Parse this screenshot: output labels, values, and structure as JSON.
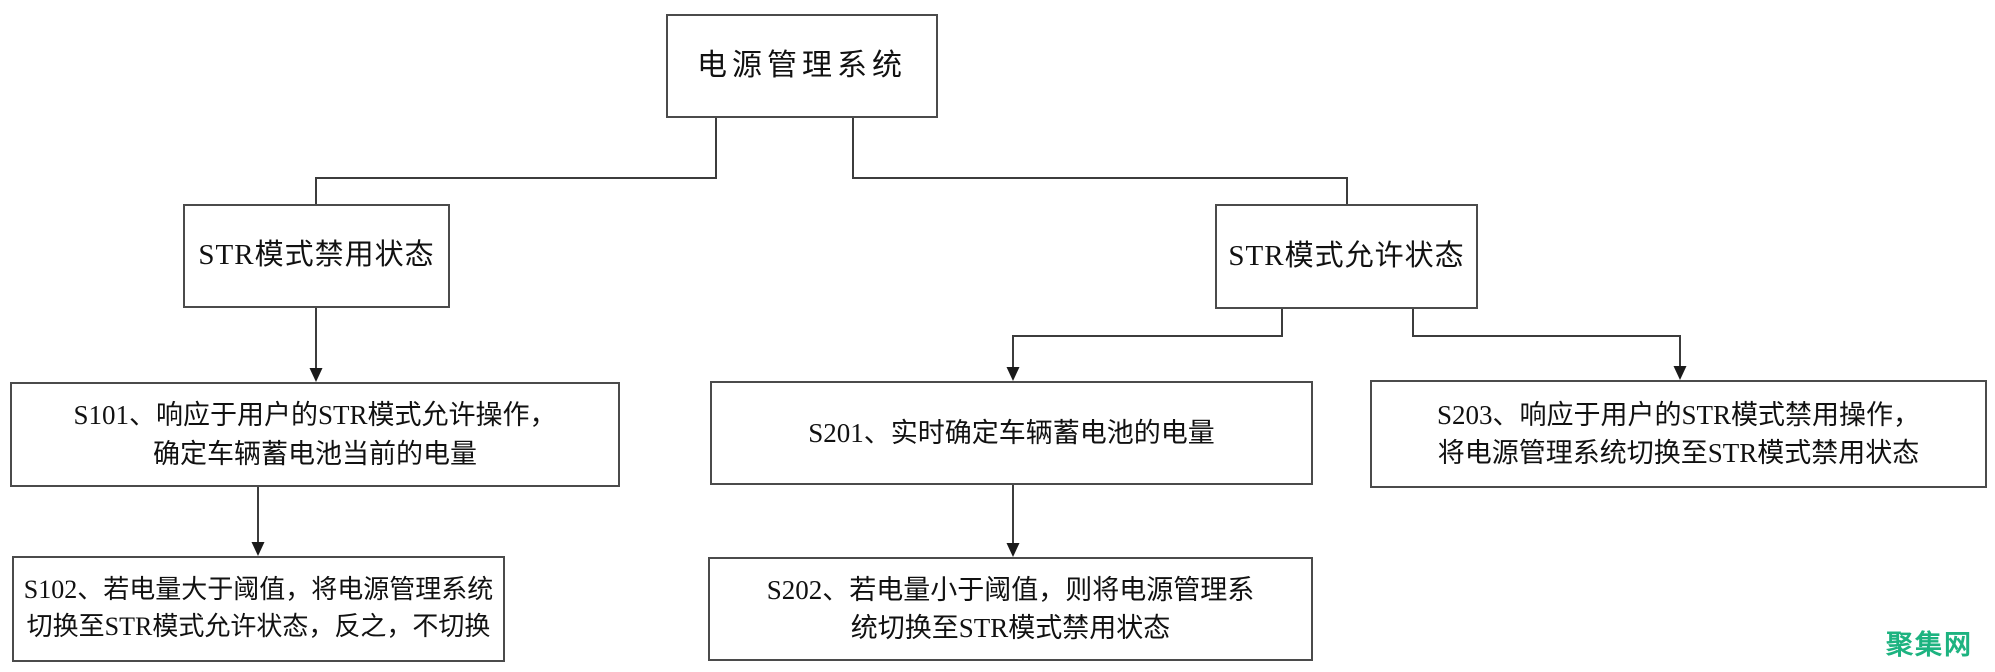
{
  "diagram": {
    "nodes": {
      "root": {
        "label": "电源管理系统"
      },
      "state_disabled": {
        "label": "STR模式禁用状态"
      },
      "state_allowed": {
        "label": "STR模式允许状态"
      },
      "s101": {
        "line1": "S101、响应于用户的STR模式允许操作，",
        "line2": "确定车辆蓄电池当前的电量"
      },
      "s102": {
        "line1": "S102、若电量大于阈值，将电源管理系统",
        "line2": "切换至STR模式允许状态，反之，不切换"
      },
      "s201": {
        "line1": "S201、实时确定车辆蓄电池的电量"
      },
      "s202": {
        "line1": "S202、若电量小于阈值，则将电源管理系",
        "line2": "统切换至STR模式禁用状态"
      },
      "s203": {
        "line1": "S203、响应于用户的STR模式禁用操作，",
        "line2": "将电源管理系统切换至STR模式禁用状态"
      }
    }
  },
  "watermark": {
    "text": "聚集网",
    "color": "#1db380"
  },
  "colors": {
    "line": "#3c3c3c",
    "border": "#4b4b4b",
    "text": "#111111",
    "background": "#ffffff"
  }
}
